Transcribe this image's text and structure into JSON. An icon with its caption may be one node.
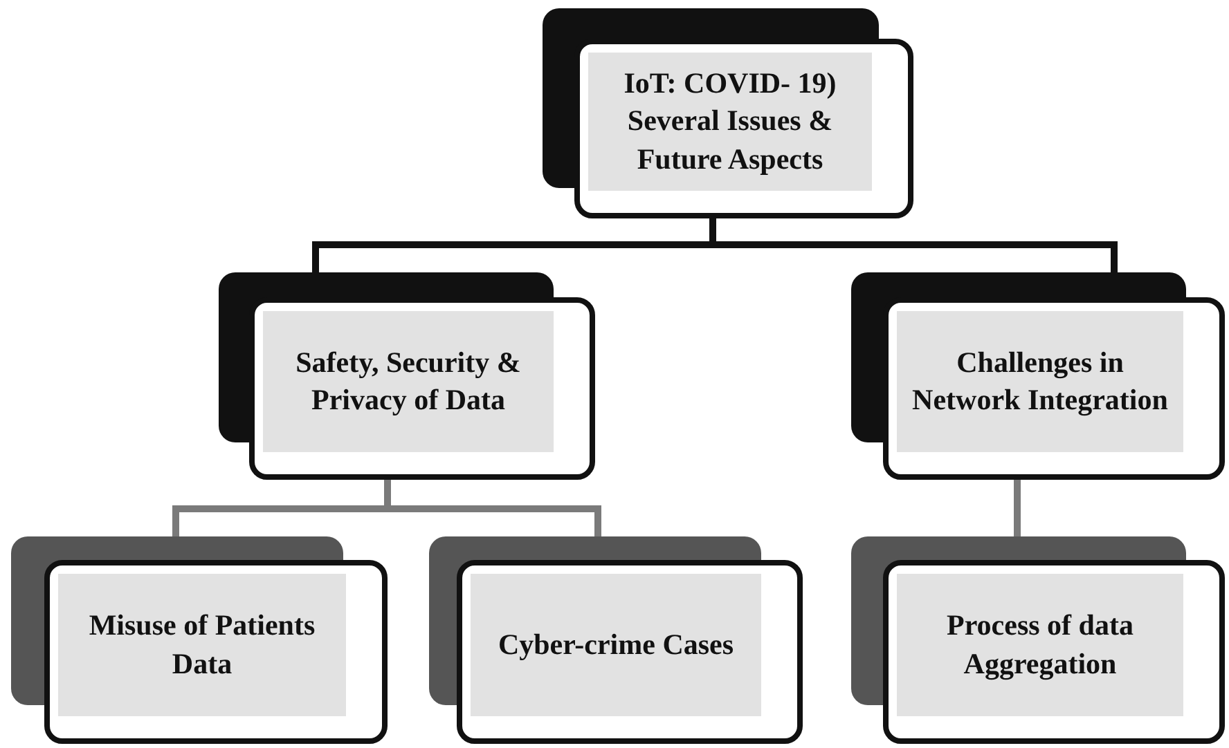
{
  "diagram": {
    "nodes": [
      {
        "text": [
          "IoT: COVID- 19) Several Issues & Future Aspects"
        ]
      },
      {
        "text": [
          "Safety, Security & Privacy of Data"
        ]
      },
      {
        "text": [
          "Challenges in Network Integration"
        ]
      },
      {
        "text": [
          "Misuse of Patients Data"
        ]
      },
      {
        "text": [
          "Cyber-crime Cases"
        ]
      },
      {
        "text": [
          "Process of data Aggregation"
        ]
      }
    ],
    "edges": [
      {
        "from": 0,
        "to": 1,
        "arrow": "none",
        "color": "#111111"
      },
      {
        "from": 0,
        "to": 2,
        "arrow": "none",
        "color": "#111111"
      },
      {
        "from": 1,
        "to": 3,
        "arrow": "none"
      },
      {
        "from": 1,
        "to": 4,
        "arrow": "none"
      },
      {
        "from": 2,
        "to": 5,
        "arrow": "none"
      }
    ]
  }
}
